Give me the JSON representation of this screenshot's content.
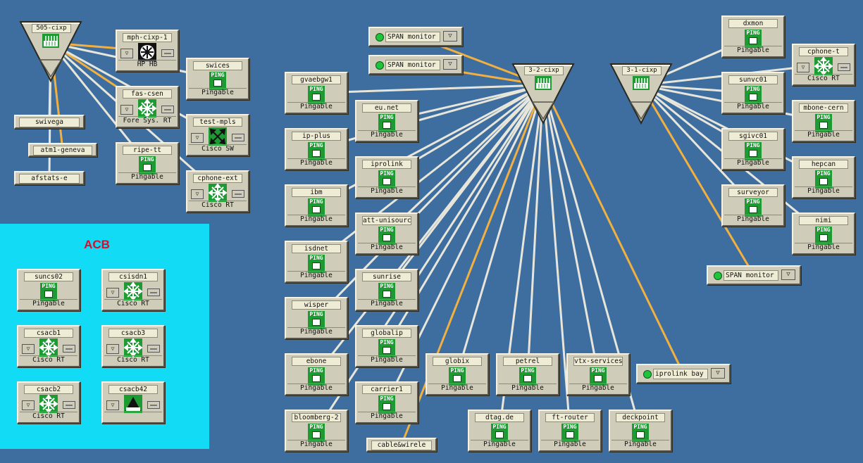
{
  "acb_area": {
    "title": "ACB"
  },
  "hubs": [
    {
      "id": "h505",
      "name": "505-cixp"
    },
    {
      "id": "h32",
      "name": "3-2-cixp"
    },
    {
      "id": "h31",
      "name": "3-1-cixp"
    }
  ],
  "nodes": [
    {
      "id": "mph-cixp-1",
      "name": "mph-cixp-1",
      "kind": "fan",
      "status": "HP HB"
    },
    {
      "id": "swices",
      "name": "swices",
      "kind": "ping",
      "status": "Pingable"
    },
    {
      "id": "fas-csen",
      "name": "fas-csen",
      "kind": "rt",
      "status": "Fore Sys. RT"
    },
    {
      "id": "test-mpls",
      "name": "test-mpls",
      "kind": "sw",
      "status": "Cisco SW"
    },
    {
      "id": "ripe-tt",
      "name": "ripe-tt",
      "kind": "ping",
      "status": "Pingable"
    },
    {
      "id": "cphone-ext",
      "name": "cphone-ext",
      "kind": "rt",
      "status": "Cisco RT"
    },
    {
      "id": "suncs02",
      "name": "suncs02",
      "kind": "ping",
      "status": "Pingable"
    },
    {
      "id": "csisdn1",
      "name": "csisdn1",
      "kind": "rt",
      "status": "Cisco RT"
    },
    {
      "id": "csacb1",
      "name": "csacb1",
      "kind": "rt",
      "status": "Cisco RT"
    },
    {
      "id": "csacb3",
      "name": "csacb3",
      "kind": "rt",
      "status": "Cisco RT"
    },
    {
      "id": "csacb2",
      "name": "csacb2",
      "kind": "rt",
      "status": "Cisco RT"
    },
    {
      "id": "csacb42",
      "name": "csacb42",
      "kind": "hmm",
      "status": ""
    },
    {
      "id": "gvaebgw1",
      "name": "gvaebgw1",
      "kind": "ping",
      "status": "Pingable"
    },
    {
      "id": "eu-net",
      "name": "eu.net",
      "kind": "ping",
      "status": "Pingable"
    },
    {
      "id": "ip-plus",
      "name": "ip-plus",
      "kind": "ping",
      "status": "Pingable"
    },
    {
      "id": "iprolink",
      "name": "iprolink",
      "kind": "ping",
      "status": "Pingable"
    },
    {
      "id": "ibm",
      "name": "ibm",
      "kind": "ping",
      "status": "Pingable"
    },
    {
      "id": "att-unisourc",
      "name": "att-unisourc",
      "kind": "ping",
      "status": "Pingable"
    },
    {
      "id": "isdnet",
      "name": "isdnet",
      "kind": "ping",
      "status": "Pingable"
    },
    {
      "id": "sunrise",
      "name": "sunrise",
      "kind": "ping",
      "status": "Pingable"
    },
    {
      "id": "wisper",
      "name": "wisper",
      "kind": "ping",
      "status": "Pingable"
    },
    {
      "id": "globalip",
      "name": "globalip",
      "kind": "ping",
      "status": "Pingable"
    },
    {
      "id": "ebone",
      "name": "ebone",
      "kind": "ping",
      "status": "Pingable"
    },
    {
      "id": "carrier1",
      "name": "carrier1",
      "kind": "ping",
      "status": "Pingable"
    },
    {
      "id": "bloomberg-2",
      "name": "bloomberg-2",
      "kind": "ping",
      "status": "Pingable"
    },
    {
      "id": "globix",
      "name": "globix",
      "kind": "ping",
      "status": "Pingable"
    },
    {
      "id": "petrel",
      "name": "petrel",
      "kind": "ping",
      "status": "Pingable"
    },
    {
      "id": "vtx-services",
      "name": "vtx-services",
      "kind": "ping",
      "status": "Pingable"
    },
    {
      "id": "dtag-de",
      "name": "dtag.de",
      "kind": "ping",
      "status": "Pingable"
    },
    {
      "id": "ft-router",
      "name": "ft-router",
      "kind": "ping",
      "status": "Pingable"
    },
    {
      "id": "deckpoint",
      "name": "deckpoint",
      "kind": "ping",
      "status": "Pingable"
    },
    {
      "id": "dxmon",
      "name": "dxmon",
      "kind": "ping",
      "status": "Pingable"
    },
    {
      "id": "cphone-t",
      "name": "cphone-t",
      "kind": "rt",
      "status": "Cisco RT"
    },
    {
      "id": "sunvc01",
      "name": "sunvc01",
      "kind": "ping",
      "status": "Pingable"
    },
    {
      "id": "mbone-cern",
      "name": "mbone-cern",
      "kind": "ping",
      "status": "Pingable"
    },
    {
      "id": "sgivc01",
      "name": "sgivc01",
      "kind": "ping",
      "status": "Pingable"
    },
    {
      "id": "hepcan",
      "name": "hepcan",
      "kind": "ping",
      "status": "Pingable"
    },
    {
      "id": "surveyor",
      "name": "surveyor",
      "kind": "ping",
      "status": "Pingable"
    },
    {
      "id": "nimi",
      "name": "nimi",
      "kind": "ping",
      "status": "Pingable"
    }
  ],
  "labels": [
    {
      "id": "swivega",
      "name": "swivega"
    },
    {
      "id": "atm1-geneva",
      "name": "atm1-geneva"
    },
    {
      "id": "afstats-e",
      "name": "afstats-e"
    },
    {
      "id": "cable-wirele",
      "name": "cable&wirele"
    }
  ],
  "monitors": [
    {
      "id": "mon1",
      "name": "SPAN monitor"
    },
    {
      "id": "mon2",
      "name": "SPAN monitor"
    },
    {
      "id": "mon3",
      "name": "SPAN monitor"
    },
    {
      "id": "iprolink-bay",
      "name": "iprolink bay"
    }
  ],
  "icon_text": {
    "ping": "PING"
  },
  "colors": {
    "background": "#3e6ea0",
    "acb_area": "#12dcf5",
    "acb_title": "#d01030",
    "link_white": "#e8e6da",
    "link_orange": "#f2b040",
    "icon_green": "#1e9a33",
    "node_face": "#cfccba"
  }
}
